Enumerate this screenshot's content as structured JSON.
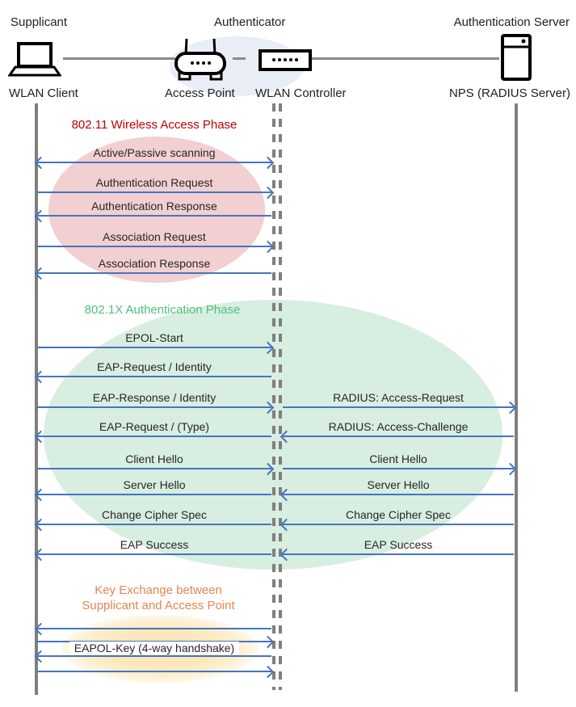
{
  "header": {
    "roles": [
      {
        "label": "Supplicant"
      },
      {
        "label": "Authenticator"
      },
      {
        "label": "Authentication Server"
      }
    ],
    "devices": [
      {
        "label": "WLAN Client",
        "icon": "laptop-icon"
      },
      {
        "label": "Access Point",
        "icon": "access-point-icon"
      },
      {
        "label": "WLAN Controller",
        "icon": "wlan-controller-icon"
      },
      {
        "label": "NPS (RADIUS Server)",
        "icon": "server-icon"
      }
    ]
  },
  "phases": [
    {
      "title": "802.11 Wireless Access Phase",
      "title_color": "#C00000",
      "ellipse_color": "#F2CFD0"
    },
    {
      "title": "802.1X Authentication Phase",
      "title_color": "#4EC07C",
      "ellipse_color": "#D8EEE0"
    },
    {
      "title_line1": "Key Exchange between",
      "title_line2": "Supplicant and Access Point",
      "title_color": "#E2874E",
      "ellipse_color": "#FBE7BB"
    }
  ],
  "sequence": {
    "left_messages": [
      {
        "label": "Active/Passive scanning",
        "direction": "both"
      },
      {
        "label": "Authentication Request",
        "direction": "right"
      },
      {
        "label": "Authentication Response",
        "direction": "left"
      },
      {
        "label": "Association Request",
        "direction": "right"
      },
      {
        "label": "Association Response",
        "direction": "left"
      },
      {
        "label": "EPOL-Start",
        "direction": "right"
      },
      {
        "label": "EAP-Request / Identity",
        "direction": "left"
      },
      {
        "label": "EAP-Response / Identity",
        "direction": "right"
      },
      {
        "label": "EAP-Request / (Type)",
        "direction": "left"
      },
      {
        "label": "Client Hello",
        "direction": "right"
      },
      {
        "label": "Server Hello",
        "direction": "left"
      },
      {
        "label": "Change Cipher Spec",
        "direction": "left"
      },
      {
        "label": "EAP Success",
        "direction": "left"
      },
      {
        "label": "",
        "direction": "left"
      },
      {
        "label": "",
        "direction": "right"
      },
      {
        "label": "EAPOL-Key (4-way handshake)",
        "direction": "left"
      },
      {
        "label": "",
        "direction": "right"
      }
    ],
    "right_messages": [
      {
        "label": "RADIUS: Access-Request",
        "direction": "right"
      },
      {
        "label": "RADIUS: Access-Challenge",
        "direction": "left"
      },
      {
        "label": "Client Hello",
        "direction": "right"
      },
      {
        "label": "Server Hello",
        "direction": "left"
      },
      {
        "label": "Change Cipher Spec",
        "direction": "left"
      },
      {
        "label": "EAP Success",
        "direction": "left"
      }
    ]
  },
  "colors": {
    "arrow": "#4674BE",
    "lifeline": "#7F7F7F",
    "message_text": "#262626",
    "authenticator_ellipse": "#E9EDF6"
  }
}
